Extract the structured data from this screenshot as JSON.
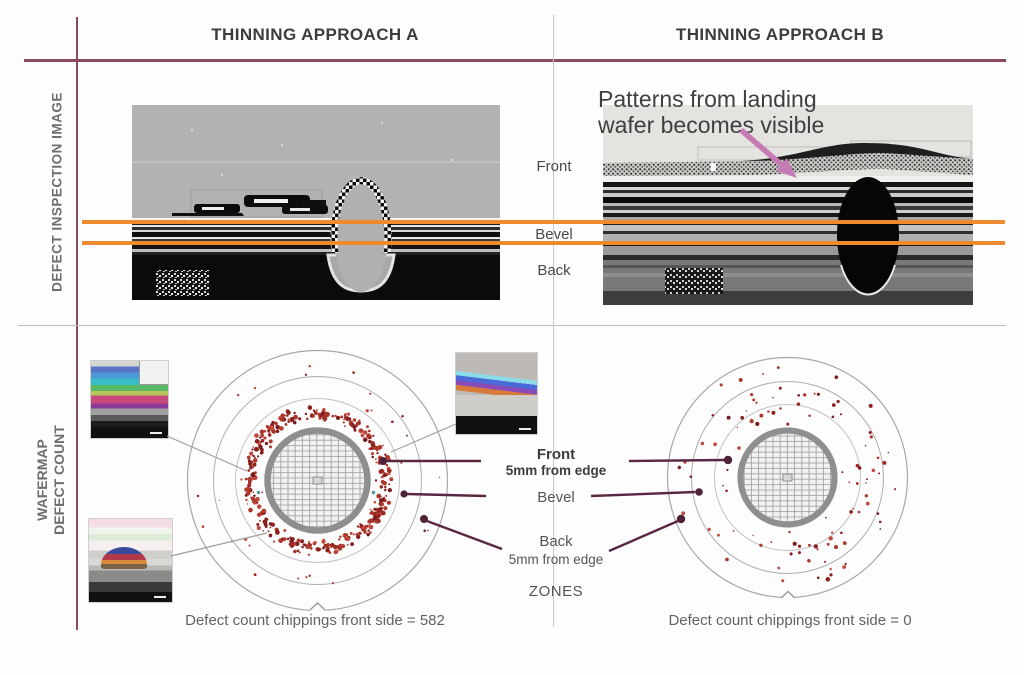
{
  "title_row": {
    "approach_a": "THINNING APPROACH A",
    "approach_b": "THINNING APPROACH B"
  },
  "row_labels": {
    "inspection": "DEFECT INSPECTION IMAGE",
    "wafermap_line1": "WAFERMAP",
    "wafermap_line2": "DEFECT COUNT"
  },
  "inspection": {
    "annotation": {
      "line1": "Patterns from landing",
      "line2": "wafer becomes visible"
    },
    "section_labels": {
      "front": "Front",
      "bevel": "Bevel",
      "back": "Back"
    }
  },
  "wafermap": {
    "zone_labels": {
      "front_title": "Front",
      "front_subtitle": "5mm from edge",
      "bevel": "Bevel",
      "back_title": "Back",
      "back_subtitle": "5mm from edge",
      "zones": "ZONES"
    },
    "captions": {
      "approach_a": "Defect count chippings front side = 582",
      "approach_b": "Defect count chippings front side = 0"
    },
    "defect_counts": {
      "approach_a": 582,
      "approach_b": 0
    }
  },
  "colors": {
    "accent_maroon": "#8a4a60",
    "connector_maroon": "#5a2742",
    "orange_line": "#ee8a30",
    "pink_arrow": "#c77bb4",
    "defect_red": "#9b2a23",
    "divider_gray": "#c9c9c9"
  }
}
